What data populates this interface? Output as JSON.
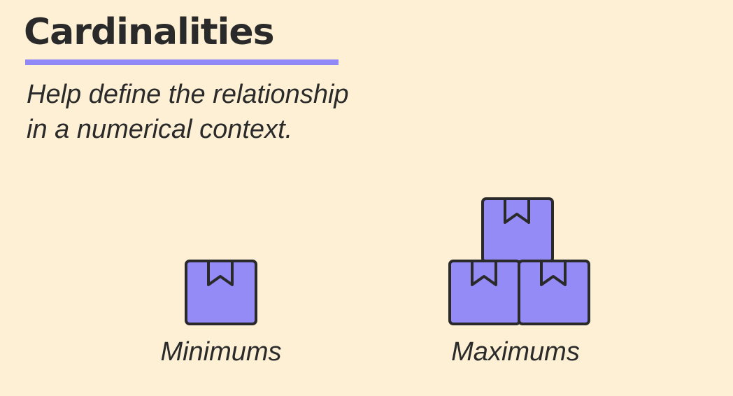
{
  "slide": {
    "title": "Cardinalities",
    "subtitle_lines": [
      "Help define the relationship",
      "in a numerical context."
    ]
  },
  "items": [
    {
      "label": "Minimums",
      "icon": "single-box-icon",
      "box_count": 1
    },
    {
      "label": "Maximums",
      "icon": "stacked-boxes-icon",
      "box_count": 3
    }
  ],
  "colors": {
    "background": "#fdf0d5",
    "accent": "#8f88f6",
    "box_fill": "#948bf7",
    "ink": "#2a2a2a"
  }
}
